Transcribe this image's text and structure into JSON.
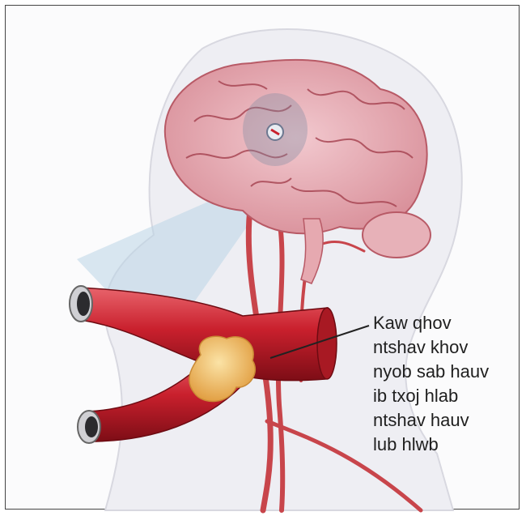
{
  "callout": {
    "lines": [
      "Kaw qhov",
      "ntshav khov",
      "nyob sab hauv",
      "ib txoj hlab",
      "ntshav hauv",
      "lub hlwb"
    ]
  }
}
